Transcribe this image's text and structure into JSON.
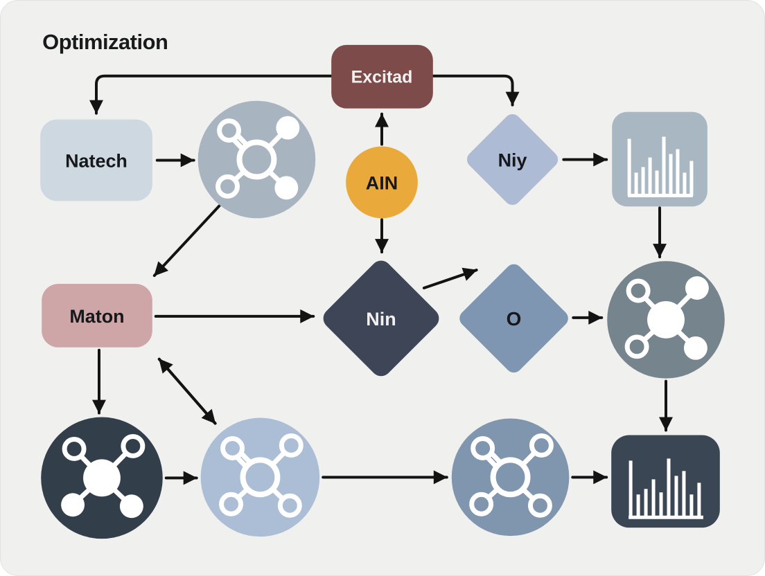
{
  "title": "Optimization",
  "colors": {
    "canvas_bg": "#f0f0ee",
    "arrow": "#131313",
    "icon_stroke": "#ffffff",
    "label_dark": "#17181c",
    "label_light": "#f4f2f1"
  },
  "nodes": {
    "excitad": {
      "label": "Excitad",
      "shape": "rounded-rect",
      "fill": "#7d4b49"
    },
    "natech": {
      "label": "Natech",
      "shape": "rounded-rect",
      "fill": "#cdd8e0"
    },
    "mol_top": {
      "icon": "molecule-network-icon",
      "shape": "circle",
      "fill": "#a8b5c1"
    },
    "ain": {
      "label": "AIN",
      "shape": "circle",
      "fill": "#e9a93b"
    },
    "niy": {
      "label": "Niy",
      "shape": "diamond",
      "fill": "#adbcd4"
    },
    "chart_top": {
      "icon": "bar-chart-icon",
      "shape": "rounded-rect",
      "fill": "#a9b7c3"
    },
    "maton": {
      "label": "Maton",
      "shape": "rounded-rect",
      "fill": "#cfa6a8"
    },
    "nin": {
      "label": "Nin",
      "shape": "diamond",
      "fill": "#3e4557"
    },
    "o": {
      "label": "O",
      "shape": "diamond",
      "fill": "#7e96b2"
    },
    "mol_right": {
      "icon": "molecule-network-icon",
      "shape": "circle",
      "fill": "#76848e"
    },
    "mol_bottom_left": {
      "icon": "molecule-network-icon",
      "shape": "circle",
      "fill": "#333e4b"
    },
    "mol_bottom_2": {
      "icon": "molecule-network-icon",
      "shape": "circle",
      "fill": "#abbed6"
    },
    "mol_bottom_3": {
      "icon": "molecule-network-icon",
      "shape": "circle",
      "fill": "#8095ae"
    },
    "chart_bottom": {
      "icon": "bar-chart-icon",
      "shape": "rounded-rect",
      "fill": "#3b4654"
    }
  },
  "edges": [
    "excitad -> natech",
    "excitad -> niy",
    "ain -> excitad",
    "ain -> nin",
    "natech -> mol_top",
    "mol_top -> maton",
    "niy -> chart_top",
    "chart_top -> mol_right",
    "maton -> nin",
    "nin -> o",
    "o -> mol_right",
    "maton -> mol_bottom_left",
    "maton <-> mol_bottom_2",
    "mol_bottom_left -> mol_bottom_2",
    "mol_bottom_2 -> mol_bottom_3",
    "mol_bottom_3 -> chart_bottom",
    "mol_right -> chart_bottom"
  ]
}
